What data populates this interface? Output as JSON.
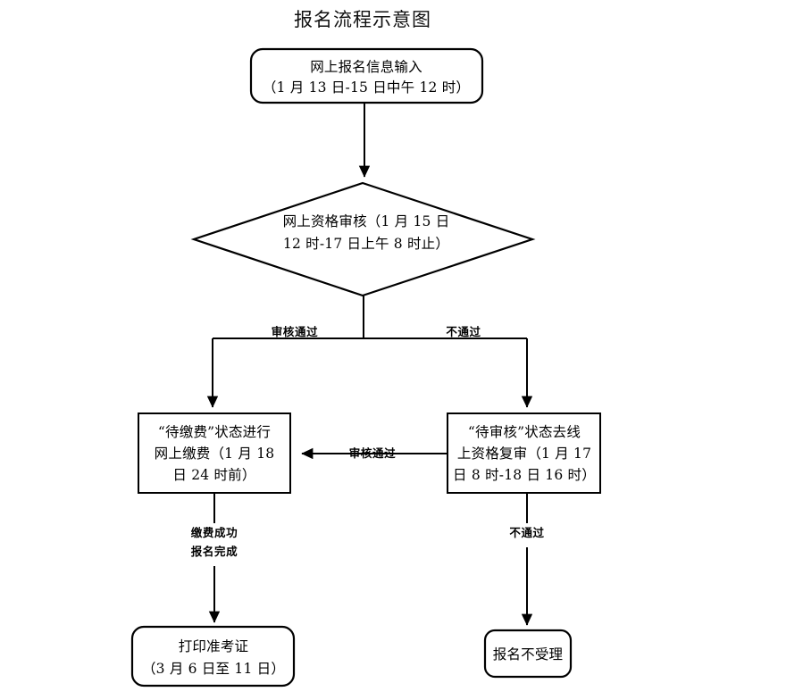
{
  "title": "报名流程示意图",
  "chart_data": {
    "type": "diagram",
    "title": "报名流程示意图",
    "nodes": [
      {
        "id": "start",
        "shape": "rounded-rect",
        "lines": [
          "网上报名信息输入",
          "（1 月 13 日-15 日中午 12 时）"
        ]
      },
      {
        "id": "review",
        "shape": "diamond",
        "lines": [
          "网上资格审核（1 月 15 日",
          "12 时-17 日上午 8 时止）"
        ]
      },
      {
        "id": "pay",
        "shape": "rect",
        "lines": [
          "“待缴费”状态进行",
          "网上缴费（1 月 18",
          "日 24 时前）"
        ]
      },
      {
        "id": "recheck",
        "shape": "rect",
        "lines": [
          "“待审核”状态去线",
          "上资格复审（1 月 17",
          "日 8 时-18 日 16 时）"
        ]
      },
      {
        "id": "ticket",
        "shape": "rounded-rect",
        "lines": [
          "打印准考证",
          "（3 月 6 日至 11 日）"
        ]
      },
      {
        "id": "rejected",
        "shape": "rounded-rect",
        "lines": [
          "报名不受理"
        ]
      }
    ],
    "edges": [
      {
        "id": "start-to-review",
        "from": "start",
        "to": "review",
        "label": ""
      },
      {
        "id": "review-pass",
        "from": "review",
        "to": "pay",
        "label": "审核通过"
      },
      {
        "id": "review-fail",
        "from": "review",
        "to": "recheck",
        "label": "不通过"
      },
      {
        "id": "recheck-pass",
        "from": "recheck",
        "to": "pay",
        "label": "审核通过"
      },
      {
        "id": "pay-done",
        "from": "pay",
        "to": "ticket",
        "label_lines": [
          "缴费成功",
          "报名完成"
        ]
      },
      {
        "id": "recheck-fail",
        "from": "recheck",
        "to": "rejected",
        "label": "不通过"
      }
    ]
  },
  "nodes": {
    "start": {
      "line1": "网上报名信息输入",
      "line2": "（1 月 13 日-15 日中午 12 时）"
    },
    "review": {
      "line1": "网上资格审核（1 月 15 日",
      "line2": "12 时-17 日上午 8 时止）"
    },
    "pay": {
      "line1": "“待缴费”状态进行",
      "line2": "网上缴费（1 月  18",
      "line3": "日 24 时前）"
    },
    "recheck": {
      "line1": "“待审核”状态去线",
      "line2": "上资格复审（1 月  17",
      "line3": "日 8 时-18 日 16 时）"
    },
    "ticket": {
      "line1": "打印准考证",
      "line2": "（3 月 6 日至 11 日）"
    },
    "rejected": {
      "line1": "报名不受理"
    }
  },
  "edge_labels": {
    "review_pass": "审核通过",
    "review_fail": "不通过",
    "recheck_pass": "审核通过",
    "pay_done_line1": "缴费成功",
    "pay_done_line2": "报名完成",
    "recheck_fail": "不通过"
  },
  "colors": {
    "stroke": "#000000",
    "fill": "#ffffff",
    "text": "#000000"
  }
}
